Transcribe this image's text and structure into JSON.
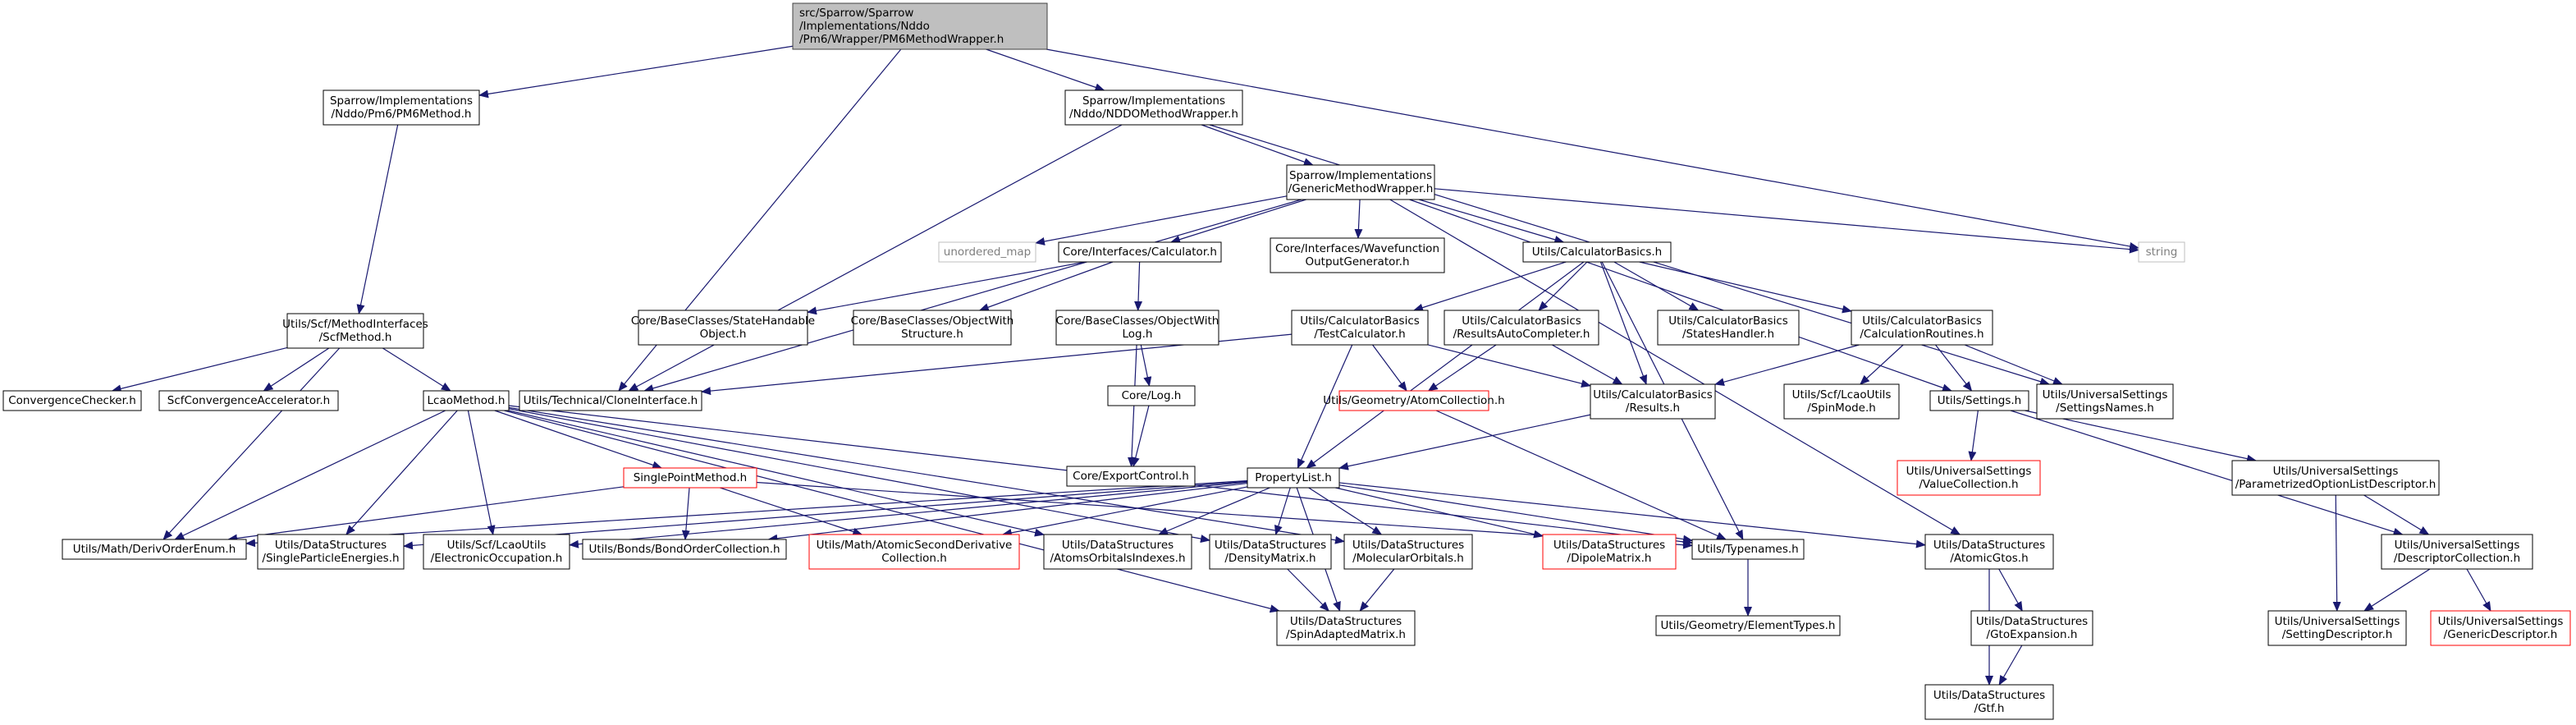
{
  "nodes": [
    {
      "id": "root",
      "lines": [
        "src/Sparrow/Sparrow",
        "/Implementations/Nddo",
        "/Pm6/Wrapper/PM6MethodWrapper.h"
      ],
      "style": "root"
    },
    {
      "id": "pm6method",
      "lines": [
        "Sparrow/Implementations",
        "/Nddo/Pm6/PM6Method.h"
      ],
      "style": "normal"
    },
    {
      "id": "nddowrapper",
      "lines": [
        "Sparrow/Implementations",
        "/Nddo/NDDOMethodWrapper.h"
      ],
      "style": "normal"
    },
    {
      "id": "generic",
      "lines": [
        "Sparrow/Implementations",
        "/GenericMethodWrapper.h"
      ],
      "style": "normal"
    },
    {
      "id": "unordered_map",
      "lines": [
        "unordered_map"
      ],
      "style": "system"
    },
    {
      "id": "string",
      "lines": [
        "string"
      ],
      "style": "system"
    },
    {
      "id": "calculator",
      "lines": [
        "Core/Interfaces/Calculator.h"
      ],
      "style": "normal"
    },
    {
      "id": "wavefunction",
      "lines": [
        "Core/Interfaces/Wavefunction",
        "OutputGenerator.h"
      ],
      "style": "normal"
    },
    {
      "id": "calcbasics",
      "lines": [
        "Utils/CalculatorBasics.h"
      ],
      "style": "normal"
    },
    {
      "id": "scfmethod",
      "lines": [
        "Utils/Scf/MethodInterfaces",
        "/ScfMethod.h"
      ],
      "style": "normal"
    },
    {
      "id": "statehandable",
      "lines": [
        "Core/BaseClasses/StateHandable",
        "Object.h"
      ],
      "style": "normal"
    },
    {
      "id": "objwithstructure",
      "lines": [
        "Core/BaseClasses/ObjectWith",
        "Structure.h"
      ],
      "style": "normal"
    },
    {
      "id": "objwithlog",
      "lines": [
        "Core/BaseClasses/ObjectWith",
        "Log.h"
      ],
      "style": "normal"
    },
    {
      "id": "testcalc",
      "lines": [
        "Utils/CalculatorBasics",
        "/TestCalculator.h"
      ],
      "style": "normal"
    },
    {
      "id": "resultsauto",
      "lines": [
        "Utils/CalculatorBasics",
        "/ResultsAutoCompleter.h"
      ],
      "style": "normal"
    },
    {
      "id": "stateshandler",
      "lines": [
        "Utils/CalculatorBasics",
        "/StatesHandler.h"
      ],
      "style": "normal"
    },
    {
      "id": "calcroutines",
      "lines": [
        "Utils/CalculatorBasics",
        "/CalculationRoutines.h"
      ],
      "style": "normal"
    },
    {
      "id": "convergence",
      "lines": [
        "ConvergenceChecker.h"
      ],
      "style": "normal"
    },
    {
      "id": "scfaccel",
      "lines": [
        "ScfConvergenceAccelerator.h"
      ],
      "style": "normal"
    },
    {
      "id": "lcao",
      "lines": [
        "LcaoMethod.h"
      ],
      "style": "normal"
    },
    {
      "id": "clone",
      "lines": [
        "Utils/Technical/CloneInterface.h"
      ],
      "style": "normal"
    },
    {
      "id": "corelog",
      "lines": [
        "Core/Log.h"
      ],
      "style": "normal"
    },
    {
      "id": "atomcollection",
      "lines": [
        "Utils/Geometry/AtomCollection.h"
      ],
      "style": "red"
    },
    {
      "id": "results",
      "lines": [
        "Utils/CalculatorBasics",
        "/Results.h"
      ],
      "style": "normal"
    },
    {
      "id": "spinmode",
      "lines": [
        "Utils/Scf/LcaoUtils",
        "/SpinMode.h"
      ],
      "style": "normal"
    },
    {
      "id": "settings",
      "lines": [
        "Utils/Settings.h"
      ],
      "style": "normal"
    },
    {
      "id": "settingsnames",
      "lines": [
        "Utils/UniversalSettings",
        "/SettingsNames.h"
      ],
      "style": "normal"
    },
    {
      "id": "valuecollection",
      "lines": [
        "Utils/UniversalSettings",
        "/ValueCollection.h"
      ],
      "style": "red"
    },
    {
      "id": "exportcontrol",
      "lines": [
        "Core/ExportControl.h"
      ],
      "style": "normal"
    },
    {
      "id": "singlepoint",
      "lines": [
        "SinglePointMethod.h"
      ],
      "style": "red"
    },
    {
      "id": "propertylist",
      "lines": [
        "PropertyList.h"
      ],
      "style": "normal"
    },
    {
      "id": "paramoption",
      "lines": [
        "Utils/UniversalSettings",
        "/ParametrizedOptionListDescriptor.h"
      ],
      "style": "normal"
    },
    {
      "id": "derivorder",
      "lines": [
        "Utils/Math/DerivOrderEnum.h"
      ],
      "style": "normal"
    },
    {
      "id": "singleparticle",
      "lines": [
        "Utils/DataStructures",
        "/SingleParticleEnergies.h"
      ],
      "style": "normal"
    },
    {
      "id": "electronic",
      "lines": [
        "Utils/Scf/LcaoUtils",
        "/ElectronicOccupation.h"
      ],
      "style": "normal"
    },
    {
      "id": "bondorder",
      "lines": [
        "Utils/Bonds/BondOrderCollection.h"
      ],
      "style": "normal"
    },
    {
      "id": "atomicsecond",
      "lines": [
        "Utils/Math/AtomicSecondDerivative",
        "Collection.h"
      ],
      "style": "red"
    },
    {
      "id": "atomsorbital",
      "lines": [
        "Utils/DataStructures",
        "/AtomsOrbitalsIndexes.h"
      ],
      "style": "normal"
    },
    {
      "id": "densitymatrix",
      "lines": [
        "Utils/DataStructures",
        "/DensityMatrix.h"
      ],
      "style": "normal"
    },
    {
      "id": "molecularorb",
      "lines": [
        "Utils/DataStructures",
        "/MolecularOrbitals.h"
      ],
      "style": "normal"
    },
    {
      "id": "dipolematrix",
      "lines": [
        "Utils/DataStructures",
        "/DipoleMatrix.h"
      ],
      "style": "red"
    },
    {
      "id": "typenames",
      "lines": [
        "Utils/Typenames.h"
      ],
      "style": "normal"
    },
    {
      "id": "atomicgtos",
      "lines": [
        "Utils/DataStructures",
        "/AtomicGtos.h"
      ],
      "style": "normal"
    },
    {
      "id": "desccollection",
      "lines": [
        "Utils/UniversalSettings",
        "/DescriptorCollection.h"
      ],
      "style": "normal"
    },
    {
      "id": "spinadapted",
      "lines": [
        "Utils/DataStructures",
        "/SpinAdaptedMatrix.h"
      ],
      "style": "normal"
    },
    {
      "id": "elementtypes",
      "lines": [
        "Utils/Geometry/ElementTypes.h"
      ],
      "style": "normal"
    },
    {
      "id": "gtoexpansion",
      "lines": [
        "Utils/DataStructures",
        "/GtoExpansion.h"
      ],
      "style": "normal"
    },
    {
      "id": "settingdesc",
      "lines": [
        "Utils/UniversalSettings",
        "/SettingDescriptor.h"
      ],
      "style": "normal"
    },
    {
      "id": "genericdesc",
      "lines": [
        "Utils/UniversalSettings",
        "/GenericDescriptor.h"
      ],
      "style": "red"
    },
    {
      "id": "gtf",
      "lines": [
        "Utils/DataStructures",
        "/Gtf.h"
      ],
      "style": "normal"
    }
  ],
  "edges": [
    [
      "root",
      "pm6method"
    ],
    [
      "root",
      "nddowrapper"
    ],
    [
      "root",
      "string"
    ],
    [
      "root",
      "clone"
    ],
    [
      "pm6method",
      "scfmethod"
    ],
    [
      "nddowrapper",
      "generic"
    ],
    [
      "nddowrapper",
      "clone"
    ],
    [
      "nddowrapper",
      "settingsnames"
    ],
    [
      "generic",
      "unordered_map"
    ],
    [
      "generic",
      "calculator"
    ],
    [
      "generic",
      "wavefunction"
    ],
    [
      "generic",
      "calcbasics"
    ],
    [
      "generic",
      "string"
    ],
    [
      "generic",
      "clone"
    ],
    [
      "generic",
      "settings"
    ],
    [
      "generic",
      "atomicgtos"
    ],
    [
      "calculator",
      "statehandable"
    ],
    [
      "calculator",
      "objwithstructure"
    ],
    [
      "calculator",
      "objwithlog"
    ],
    [
      "objwithlog",
      "corelog"
    ],
    [
      "objwithlog",
      "exportcontrol"
    ],
    [
      "corelog",
      "exportcontrol"
    ],
    [
      "calcbasics",
      "testcalc"
    ],
    [
      "calcbasics",
      "resultsauto"
    ],
    [
      "calcbasics",
      "stateshandler"
    ],
    [
      "calcbasics",
      "calcroutines"
    ],
    [
      "calcbasics",
      "results"
    ],
    [
      "calcbasics",
      "propertylist"
    ],
    [
      "calcbasics",
      "typenames"
    ],
    [
      "testcalc",
      "clone"
    ],
    [
      "testcalc",
      "atomcollection"
    ],
    [
      "testcalc",
      "results"
    ],
    [
      "testcalc",
      "propertylist"
    ],
    [
      "resultsauto",
      "atomcollection"
    ],
    [
      "resultsauto",
      "results"
    ],
    [
      "calcroutines",
      "results"
    ],
    [
      "calcroutines",
      "spinmode"
    ],
    [
      "calcroutines",
      "settings"
    ],
    [
      "calcroutines",
      "settingsnames"
    ],
    [
      "results",
      "propertylist"
    ],
    [
      "atomcollection",
      "typenames"
    ],
    [
      "settings",
      "valuecollection"
    ],
    [
      "settings",
      "paramoption"
    ],
    [
      "settings",
      "desccollection"
    ],
    [
      "scfmethod",
      "convergence"
    ],
    [
      "scfmethod",
      "scfaccel"
    ],
    [
      "scfmethod",
      "lcao"
    ],
    [
      "scfmethod",
      "derivorder"
    ],
    [
      "lcao",
      "singlepoint"
    ],
    [
      "lcao",
      "derivorder"
    ],
    [
      "lcao",
      "singleparticle"
    ],
    [
      "lcao",
      "electronic"
    ],
    [
      "lcao",
      "atomsorbital"
    ],
    [
      "lcao",
      "densitymatrix"
    ],
    [
      "lcao",
      "molecularorb"
    ],
    [
      "lcao",
      "spinadapted"
    ],
    [
      "lcao",
      "typenames"
    ],
    [
      "singlepoint",
      "derivorder"
    ],
    [
      "singlepoint",
      "bondorder"
    ],
    [
      "singlepoint",
      "atomicsecond"
    ],
    [
      "singlepoint",
      "typenames"
    ],
    [
      "propertylist",
      "derivorder"
    ],
    [
      "propertylist",
      "singleparticle"
    ],
    [
      "propertylist",
      "electronic"
    ],
    [
      "propertylist",
      "bondorder"
    ],
    [
      "propertylist",
      "atomicsecond"
    ],
    [
      "propertylist",
      "atomsorbital"
    ],
    [
      "propertylist",
      "densitymatrix"
    ],
    [
      "propertylist",
      "molecularorb"
    ],
    [
      "propertylist",
      "dipolematrix"
    ],
    [
      "propertylist",
      "typenames"
    ],
    [
      "propertylist",
      "atomicgtos"
    ],
    [
      "propertylist",
      "spinadapted"
    ],
    [
      "densitymatrix",
      "spinadapted"
    ],
    [
      "molecularorb",
      "spinadapted"
    ],
    [
      "typenames",
      "elementtypes"
    ],
    [
      "atomicgtos",
      "gtoexpansion"
    ],
    [
      "atomicgtos",
      "gtf"
    ],
    [
      "gtoexpansion",
      "gtf"
    ],
    [
      "paramoption",
      "settingdesc"
    ],
    [
      "paramoption",
      "desccollection"
    ],
    [
      "desccollection",
      "settingdesc"
    ],
    [
      "desccollection",
      "genericdesc"
    ]
  ],
  "colors": {
    "edge": "#191970",
    "node_border": "#000000",
    "root_fill": "#bfbfbf",
    "root_border": "#404040",
    "red_border": "#ff0000",
    "system_border": "#bfbfbf",
    "system_text": "#7f7f7f",
    "text": "#000000"
  }
}
